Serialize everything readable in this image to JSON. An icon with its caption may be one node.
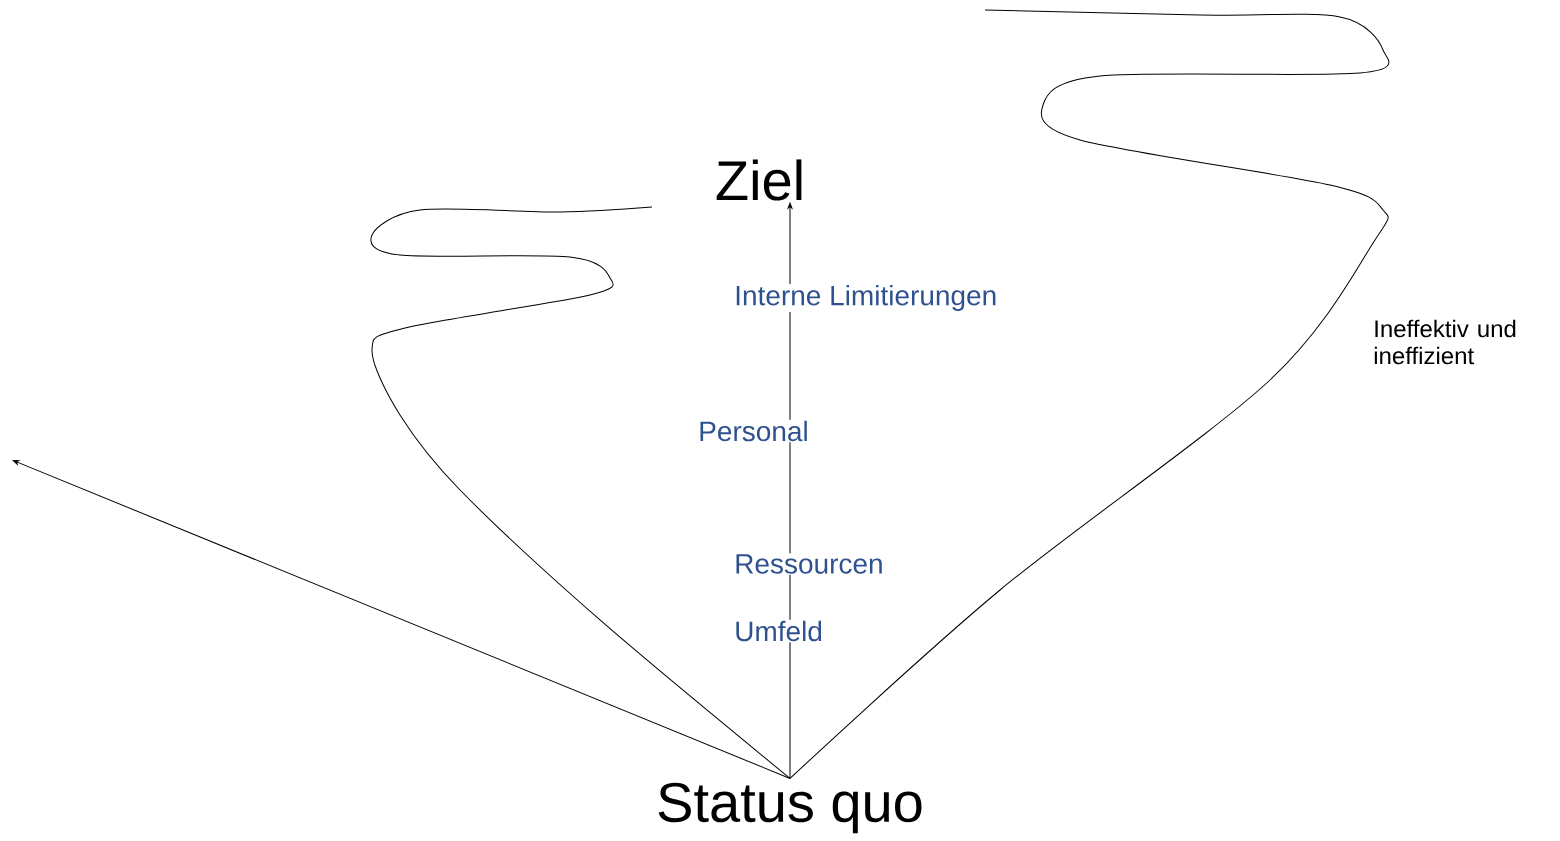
{
  "diagram": {
    "nodes": [
      {
        "text": [
          "Status quo"
        ]
      },
      {
        "text": [
          "Ziel"
        ]
      }
    ],
    "edges": [
      {
        "from": 0,
        "to": 1,
        "arrow": "to"
      },
      {
        "from": 0,
        "to": null,
        "arrow": "to"
      },
      {
        "from": 0,
        "to": null,
        "arrow": "none"
      },
      {
        "from": 0,
        "to": null,
        "arrow": "none"
      }
    ],
    "labels": [
      "Interne Limitierungen",
      "Personal",
      "Ressourcen",
      "Umfeld",
      "Ineffektiv und ineffizient"
    ]
  }
}
